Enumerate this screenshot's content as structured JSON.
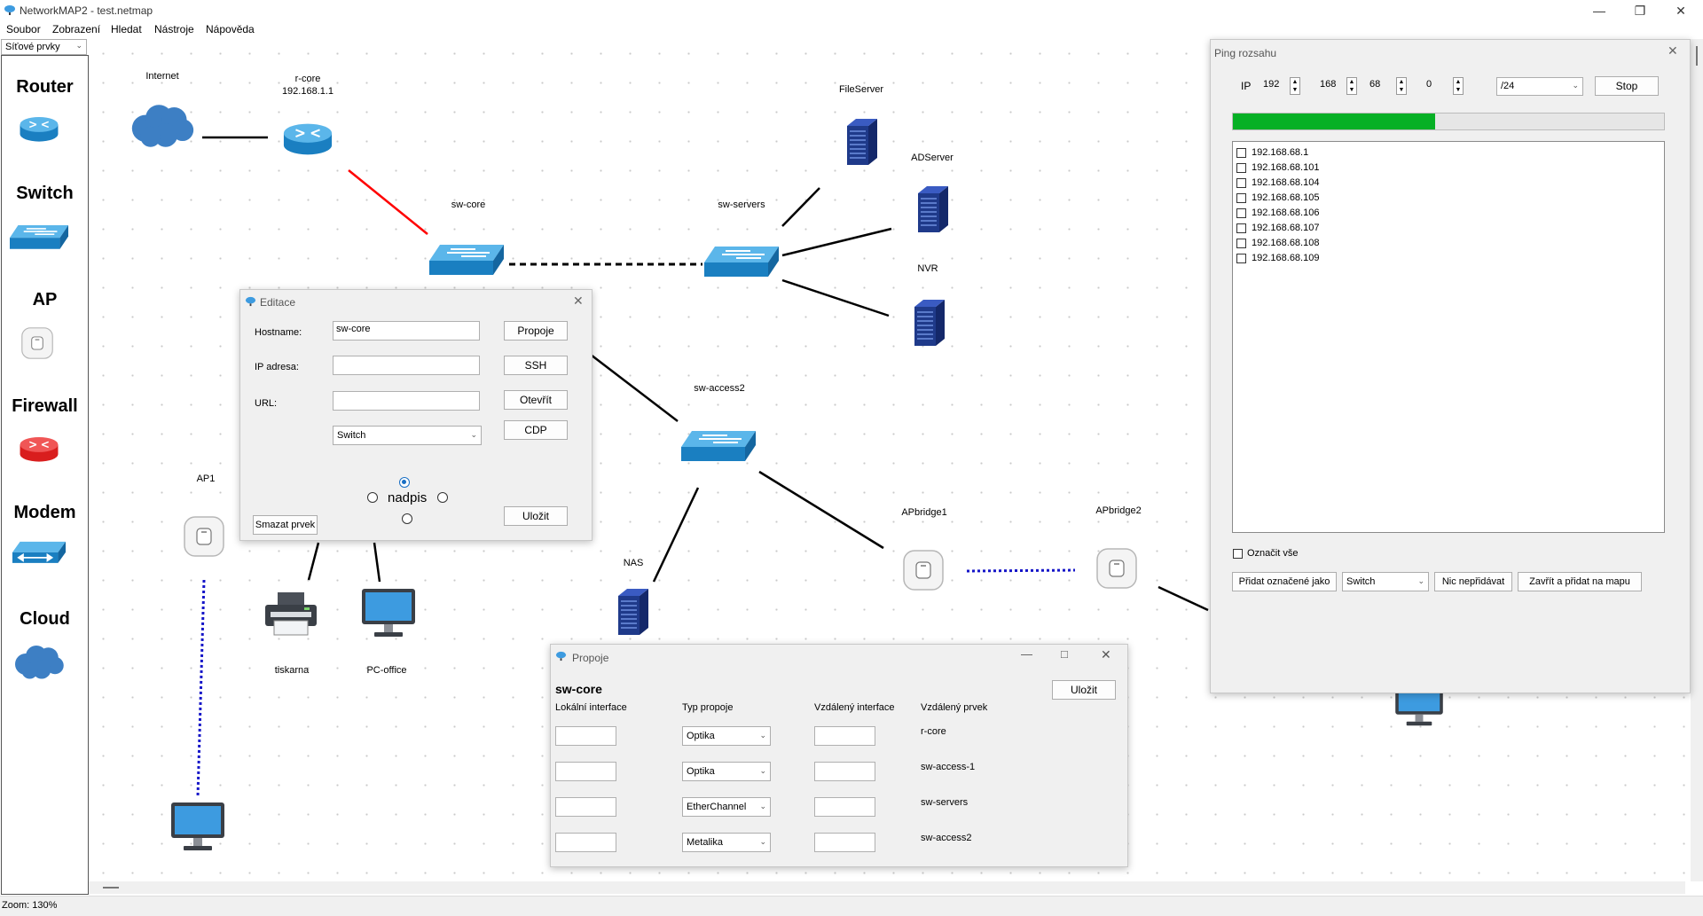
{
  "app": {
    "title": "NetworkMAP2 - test.netmap"
  },
  "menu": [
    "Soubor",
    "Zobrazení",
    "Hledat",
    "Nástroje",
    "Nápověda"
  ],
  "palette": {
    "category": "Síťové prvky",
    "items": [
      {
        "label": "Router",
        "icon": "router-icon"
      },
      {
        "label": "Switch",
        "icon": "switch-icon"
      },
      {
        "label": "AP",
        "icon": "access-point-icon"
      },
      {
        "label": "Firewall",
        "icon": "firewall-icon"
      },
      {
        "label": "Modem",
        "icon": "modem-icon"
      },
      {
        "label": "Cloud",
        "icon": "cloud-icon"
      }
    ]
  },
  "nodes": {
    "internet": "Internet",
    "rcore": "r-core",
    "rcore_ip": "192.168.1.1",
    "swcore": "sw-core",
    "swservers": "sw-servers",
    "fileserver": "FileServer",
    "adserver": "ADServer",
    "nvr": "NVR",
    "swaccess2": "sw-access2",
    "ap1": "AP1",
    "nas": "NAS",
    "apbridge1": "APbridge1",
    "apbridge2": "APbridge2",
    "tiskarna": "tiskarna",
    "pcoffice": "PC-office"
  },
  "editace": {
    "title": "Editace",
    "hostname_label": "Hostname:",
    "hostname_value": "sw-core",
    "ip_label": "IP adresa:",
    "ip_value": "",
    "url_label": "URL:",
    "url_value": "",
    "type_value": "Switch",
    "btn_propoje": "Propoje",
    "btn_ssh": "SSH",
    "btn_otevrit": "Otevřít",
    "btn_cdp": "CDP",
    "btn_ulozit": "Uložit",
    "btn_smazat": "Smazat prvek",
    "label_position_text": "nadpis",
    "label_position_selected": "top"
  },
  "propoje": {
    "title": "Propoje",
    "device": "sw-core",
    "btn_ulozit": "Uložit",
    "headers": [
      "Lokální interface",
      "Typ propoje",
      "Vzdálený interface",
      "Vzdálený prvek"
    ],
    "rows": [
      {
        "local": "",
        "type": "Optika",
        "remote_if": "",
        "remote": "r-core"
      },
      {
        "local": "",
        "type": "Optika",
        "remote_if": "",
        "remote": "sw-access-1"
      },
      {
        "local": "",
        "type": "EtherChannel",
        "remote_if": "",
        "remote": "sw-servers"
      },
      {
        "local": "",
        "type": "Metalika",
        "remote_if": "",
        "remote": "sw-access2"
      }
    ]
  },
  "ping": {
    "title": "Ping rozsahu",
    "ip_label": "IP",
    "octets": [
      "192",
      "168",
      "68",
      "0"
    ],
    "mask": "/24",
    "btn_stop": "Stop",
    "progress": 0.47,
    "results": [
      "192.168.68.1",
      "192.168.68.101",
      "192.168.68.104",
      "192.168.68.105",
      "192.168.68.106",
      "192.168.68.107",
      "192.168.68.108",
      "192.168.68.109"
    ],
    "select_all": "Označit vše",
    "btn_add_as": "Přidat označené jako",
    "add_type": "Switch",
    "btn_add_none": "Nic nepřidávat",
    "btn_close_add": "Zavřít a přidat na mapu"
  },
  "status": {
    "zoom": "Zoom: 130%"
  },
  "colors": {
    "switch": "#1a7fc1",
    "server": "#1f3a8a",
    "progress": "#06b025",
    "link_red": "#ff0000",
    "link_dotted": "#1515c8"
  }
}
